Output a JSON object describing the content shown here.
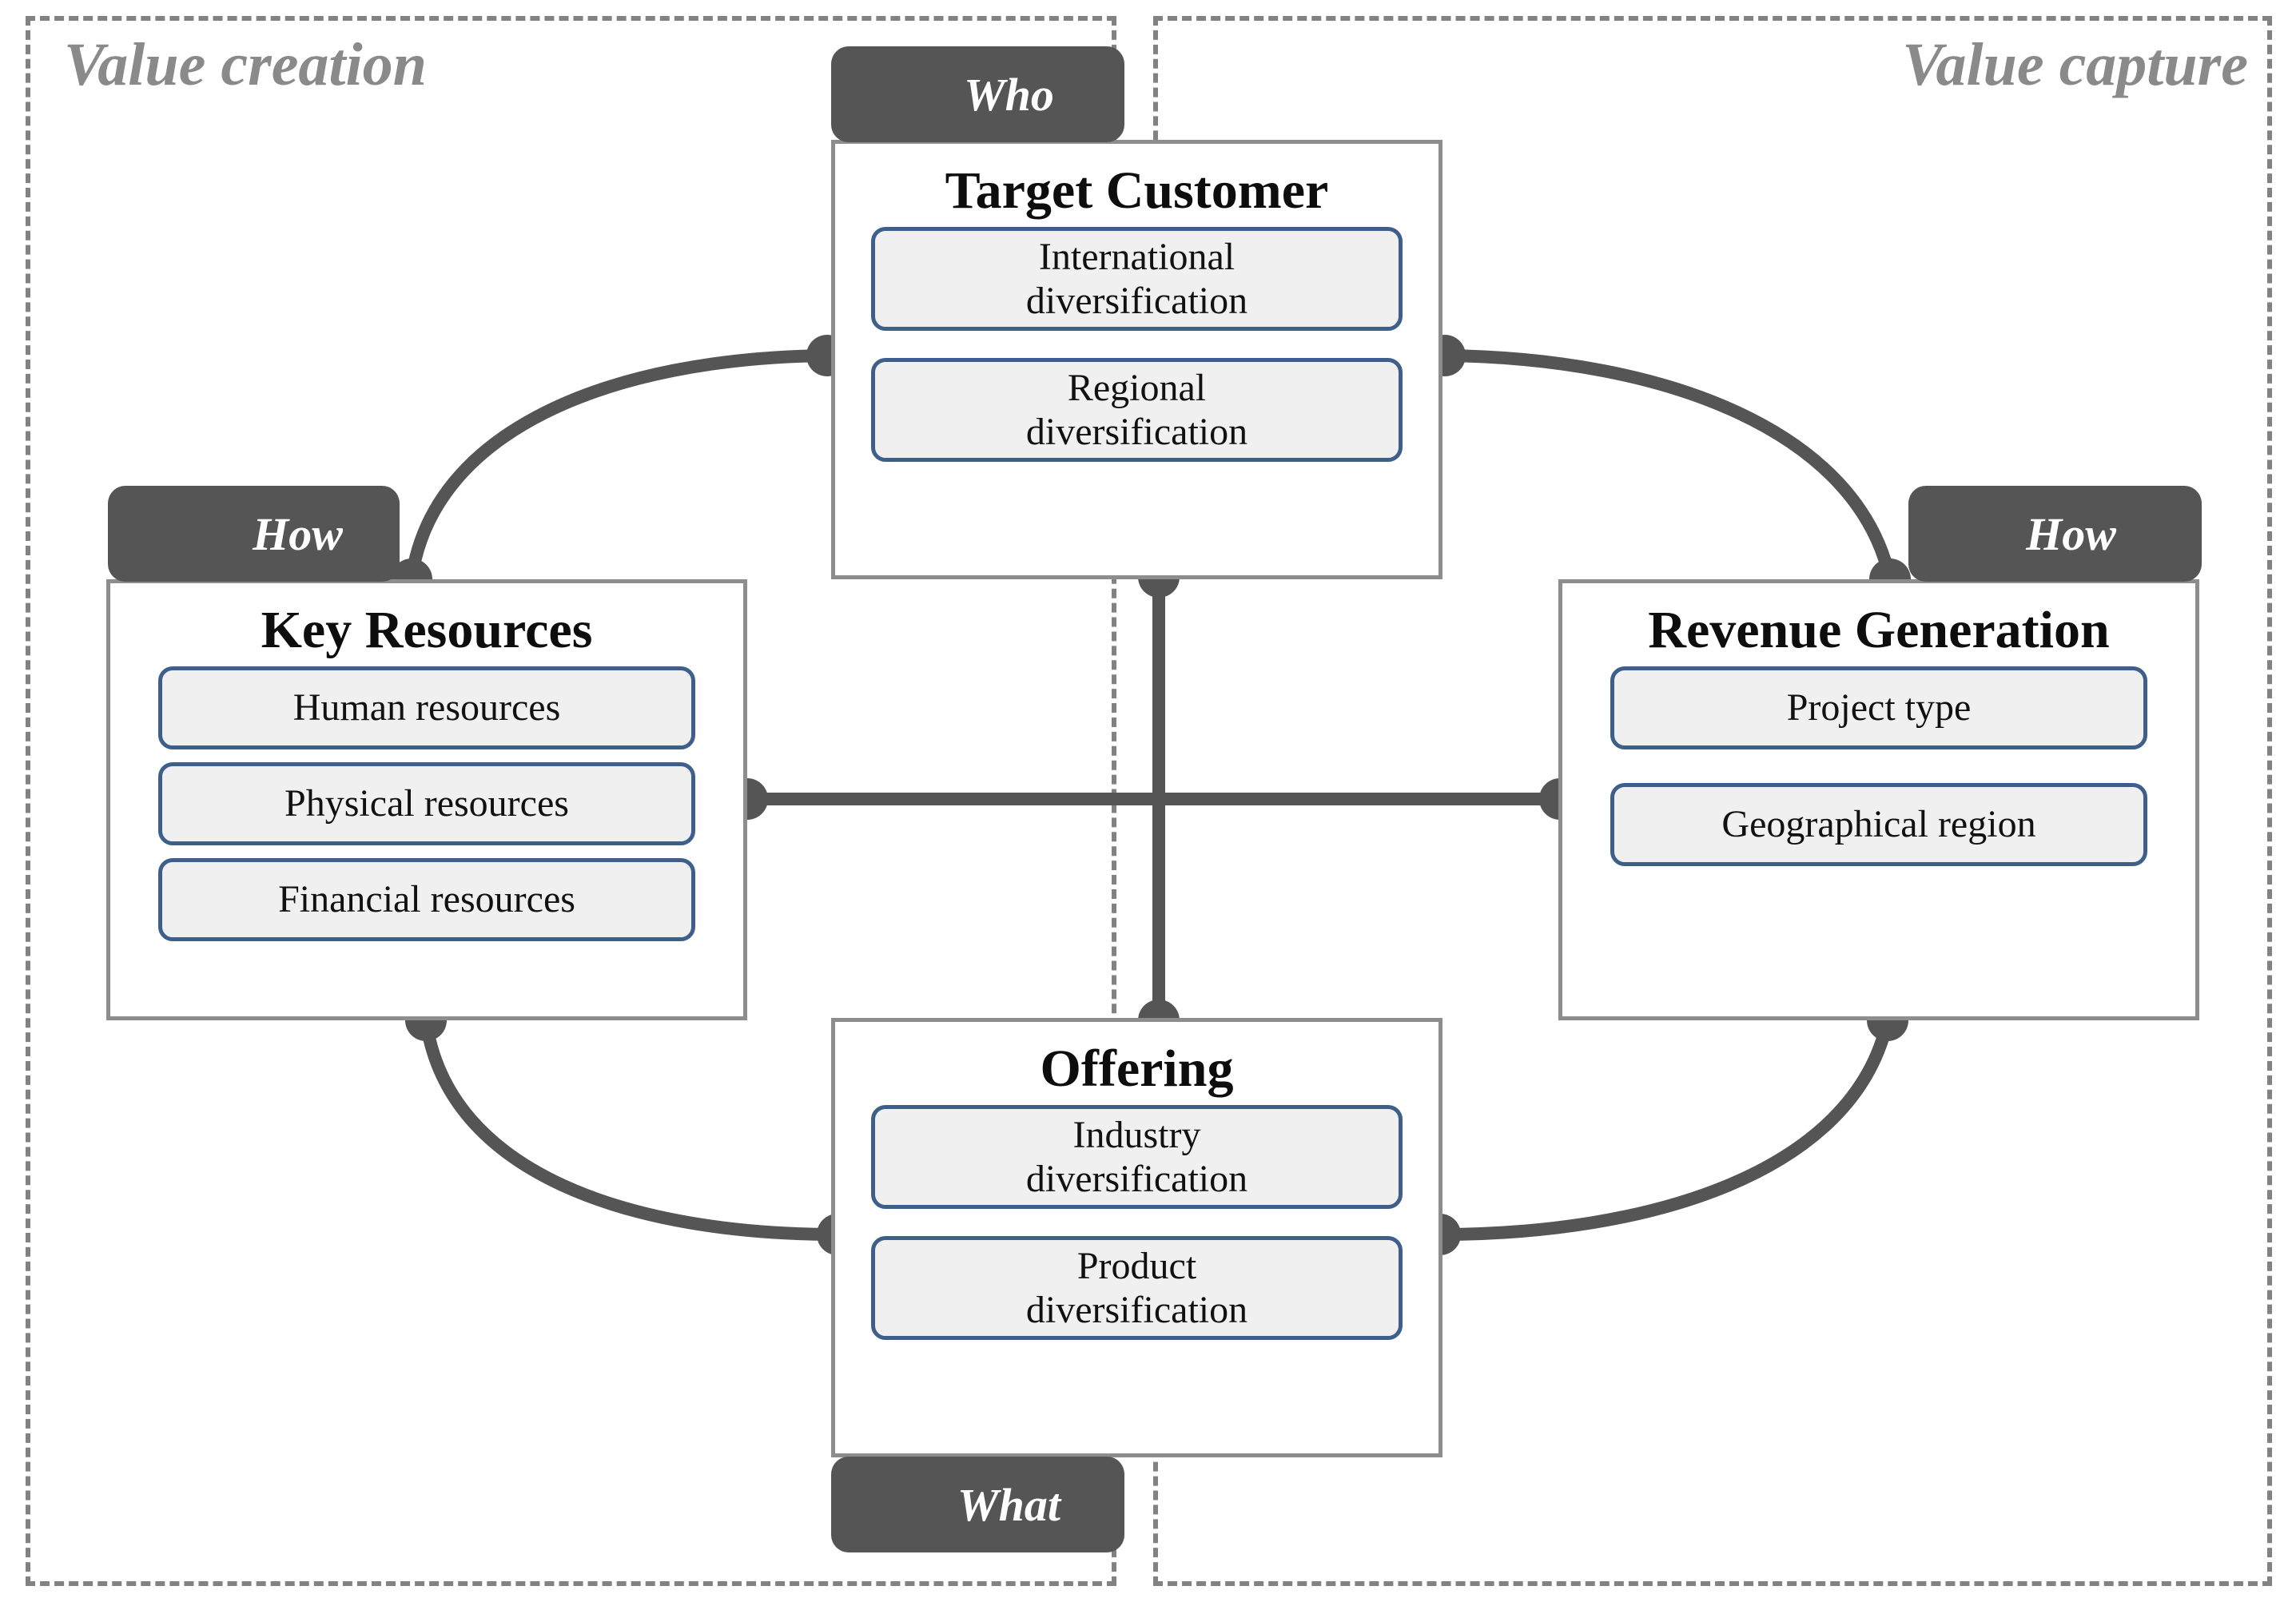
{
  "zones": {
    "left": {
      "label": "Value creation"
    },
    "right": {
      "label": "Value capture"
    }
  },
  "tabs": {
    "who": "Who",
    "how_left": "How",
    "how_right": "How",
    "what": "What"
  },
  "components": {
    "target_customer": {
      "title": "Target Customer",
      "attributes": [
        {
          "line1": "International",
          "line2": "diversification"
        },
        {
          "line1": "Regional",
          "line2": "diversification"
        }
      ]
    },
    "key_resources": {
      "title": "Key Resources",
      "attributes": [
        {
          "line1": "Human resources"
        },
        {
          "line1": "Physical resources"
        },
        {
          "line1": "Financial resources"
        }
      ]
    },
    "revenue_generation": {
      "title": "Revenue Generation",
      "attributes": [
        {
          "line1": "Project type"
        },
        {
          "line1": "Geographical region"
        }
      ]
    },
    "offering": {
      "title": "Offering",
      "attributes": [
        {
          "line1": "Industry",
          "line2": "diversification"
        },
        {
          "line1": "Product",
          "line2": "diversification"
        }
      ]
    }
  },
  "colors": {
    "chip_border": "#3d5f8a",
    "chip_fill": "#f0f0f0",
    "tab_fill": "#555555",
    "component_border": "#8d8d8d",
    "connector": "#555555",
    "zone_border": "#828282",
    "zone_label": "#8a8a8a"
  }
}
